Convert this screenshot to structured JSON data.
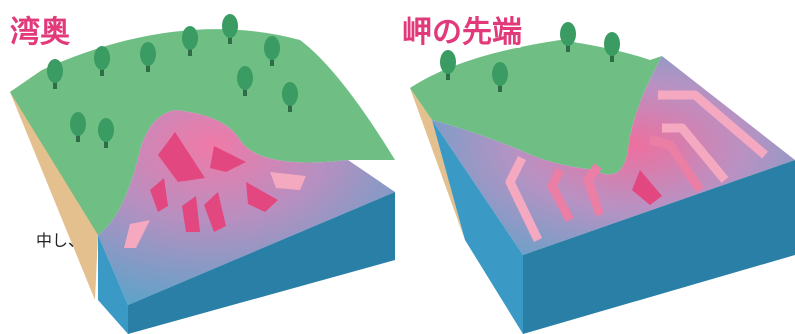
{
  "left_panel": {
    "title": "湾奥",
    "side_text": "中し、"
  },
  "right_panel": {
    "title": "岬の先端"
  },
  "colors": {
    "land_green": "#6fbf85",
    "cliff_tan": "#e3c08e",
    "sea_top": "#5ea3c9",
    "sea_front": "#2a7fa6",
    "sea_side": "#3a9ac5",
    "arrow_pink": "#e2487f",
    "arrow_light": "#f4a9c1",
    "tree": "#3a9c62",
    "trunk": "#2f6d47",
    "title_pink": "#e2397a"
  },
  "icons": [
    "tree-icon",
    "wave-arrow-icon"
  ]
}
